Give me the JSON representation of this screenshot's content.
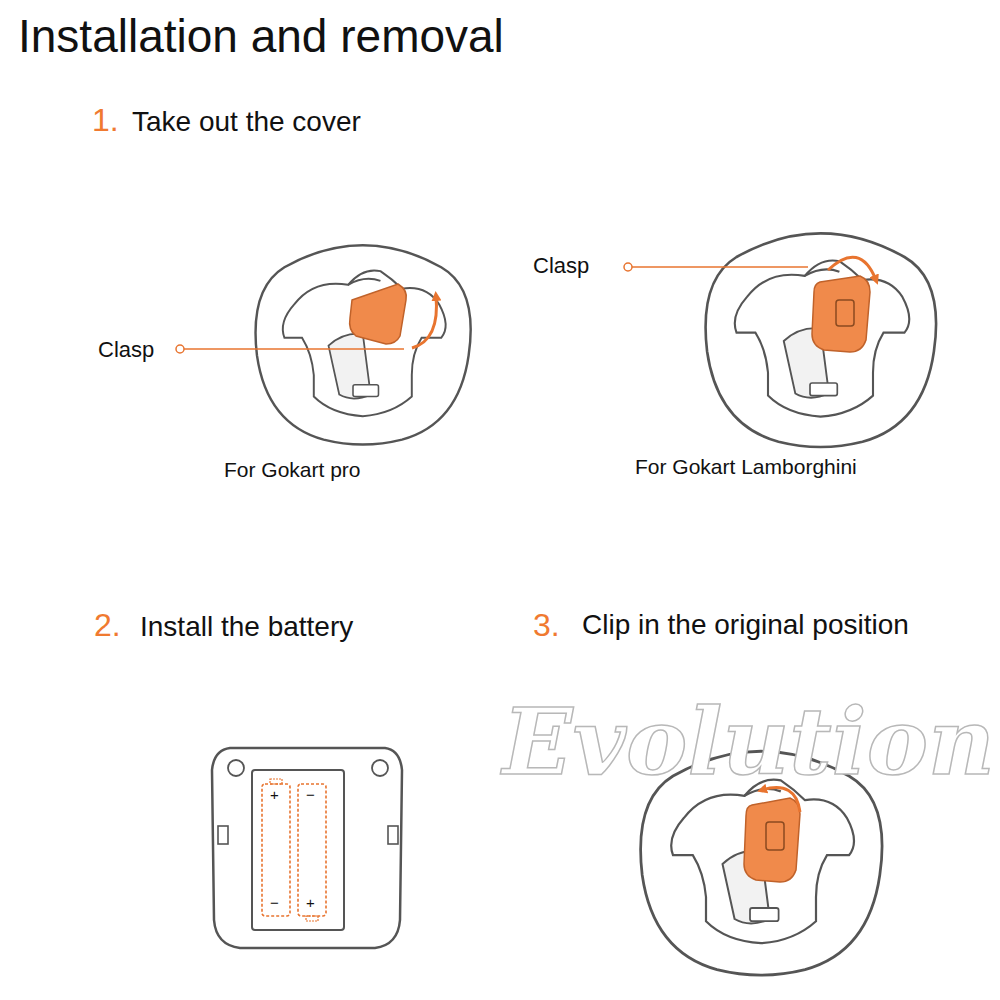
{
  "diagram": {
    "title": "Installation and removal",
    "labels": [
      "1.",
      "Take out the cover",
      "Clasp",
      "For Gokart pro",
      "Clasp",
      "For Gokart Lamborghini",
      "2.",
      "Install the battery",
      "3.",
      "Clip in the original position",
      "Evolution",
      "+",
      "−",
      "−",
      "+"
    ]
  }
}
